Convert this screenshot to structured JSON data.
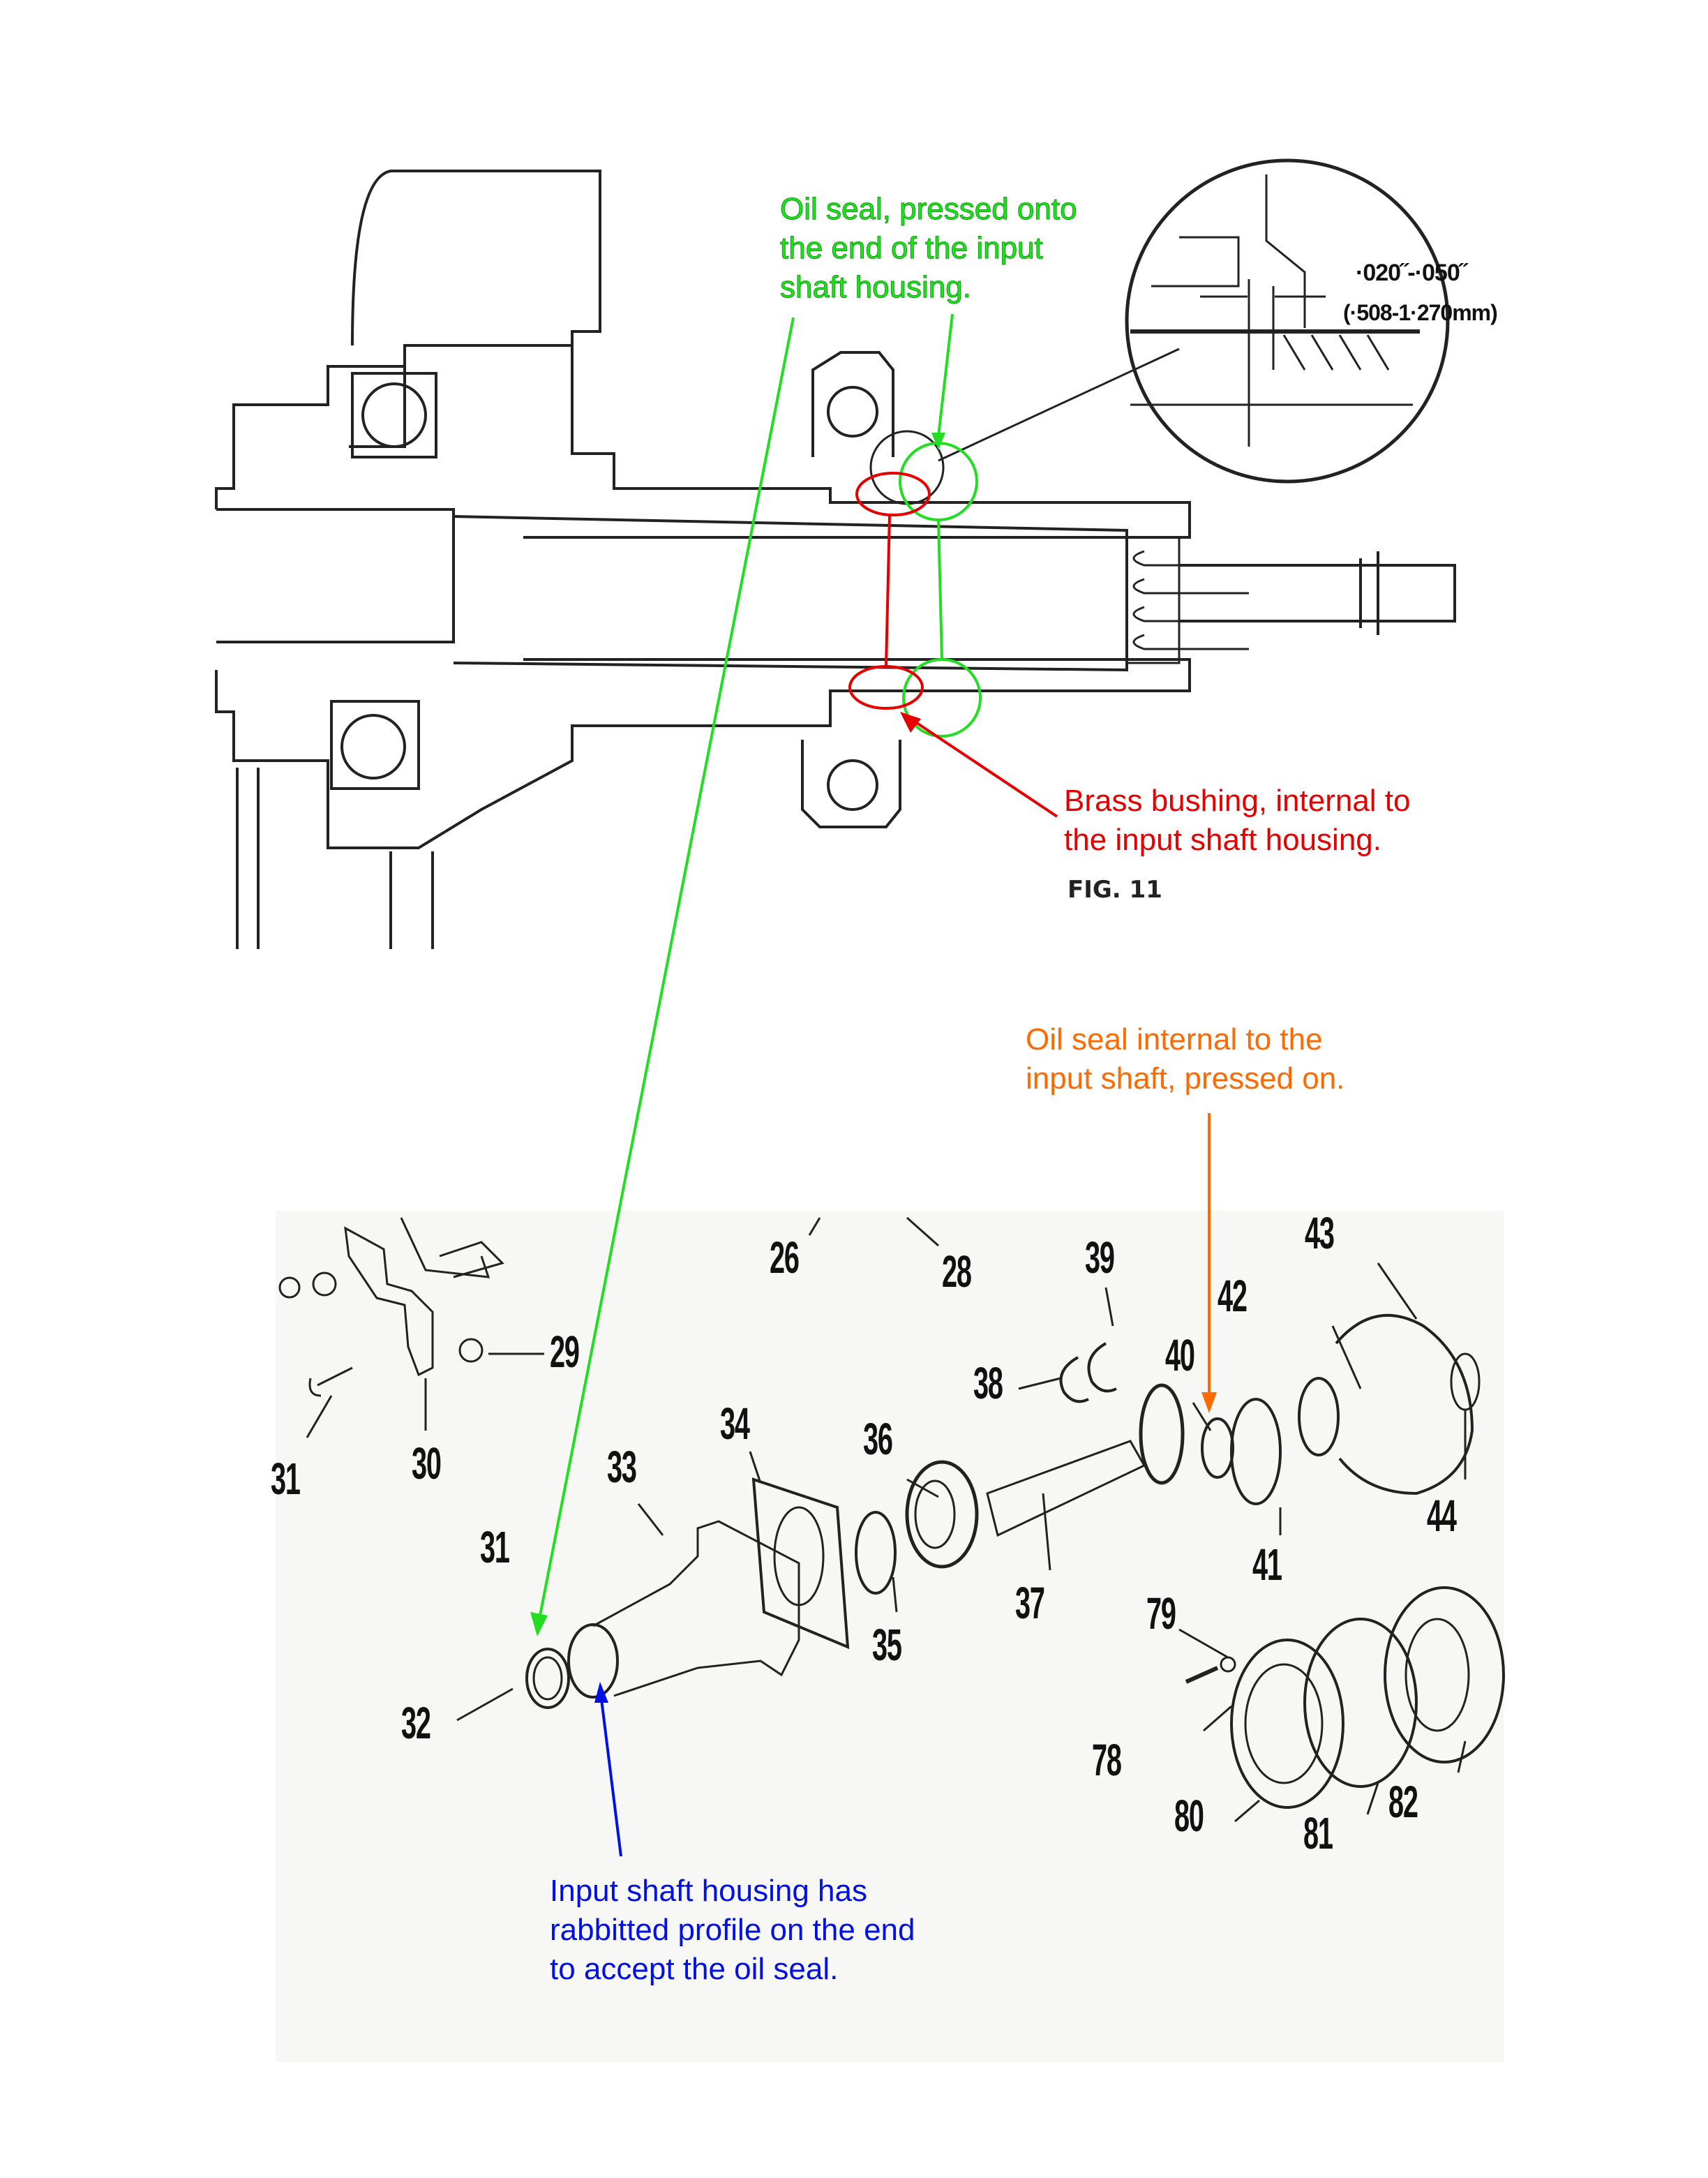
{
  "figure_label": "FIG. 11",
  "detail": {
    "dimension_in": "·020˝-·050˝",
    "dimension_mm": "(·508-1·270mm)"
  },
  "annotations": {
    "green": {
      "text": "Oil seal, pressed onto\nthe end of the input\nshaft housing.",
      "color": "#1ee61e"
    },
    "red": {
      "text": "Brass bushing, internal to\nthe input shaft housing.",
      "color": "#e60000"
    },
    "orange": {
      "text": "Oil seal internal to the\ninput shaft, pressed on.",
      "color": "#ff6a00"
    },
    "blue": {
      "text": "Input shaft housing has\nrabbitted profile on the end\nto accept the oil seal.",
      "color": "#0010e6"
    }
  },
  "part_callouts": [
    "26",
    "28",
    "29",
    "30",
    "31",
    "31",
    "32",
    "33",
    "34",
    "35",
    "36",
    "37",
    "38",
    "39",
    "40",
    "41",
    "42",
    "43",
    "44",
    "78",
    "79",
    "80",
    "81",
    "82"
  ]
}
